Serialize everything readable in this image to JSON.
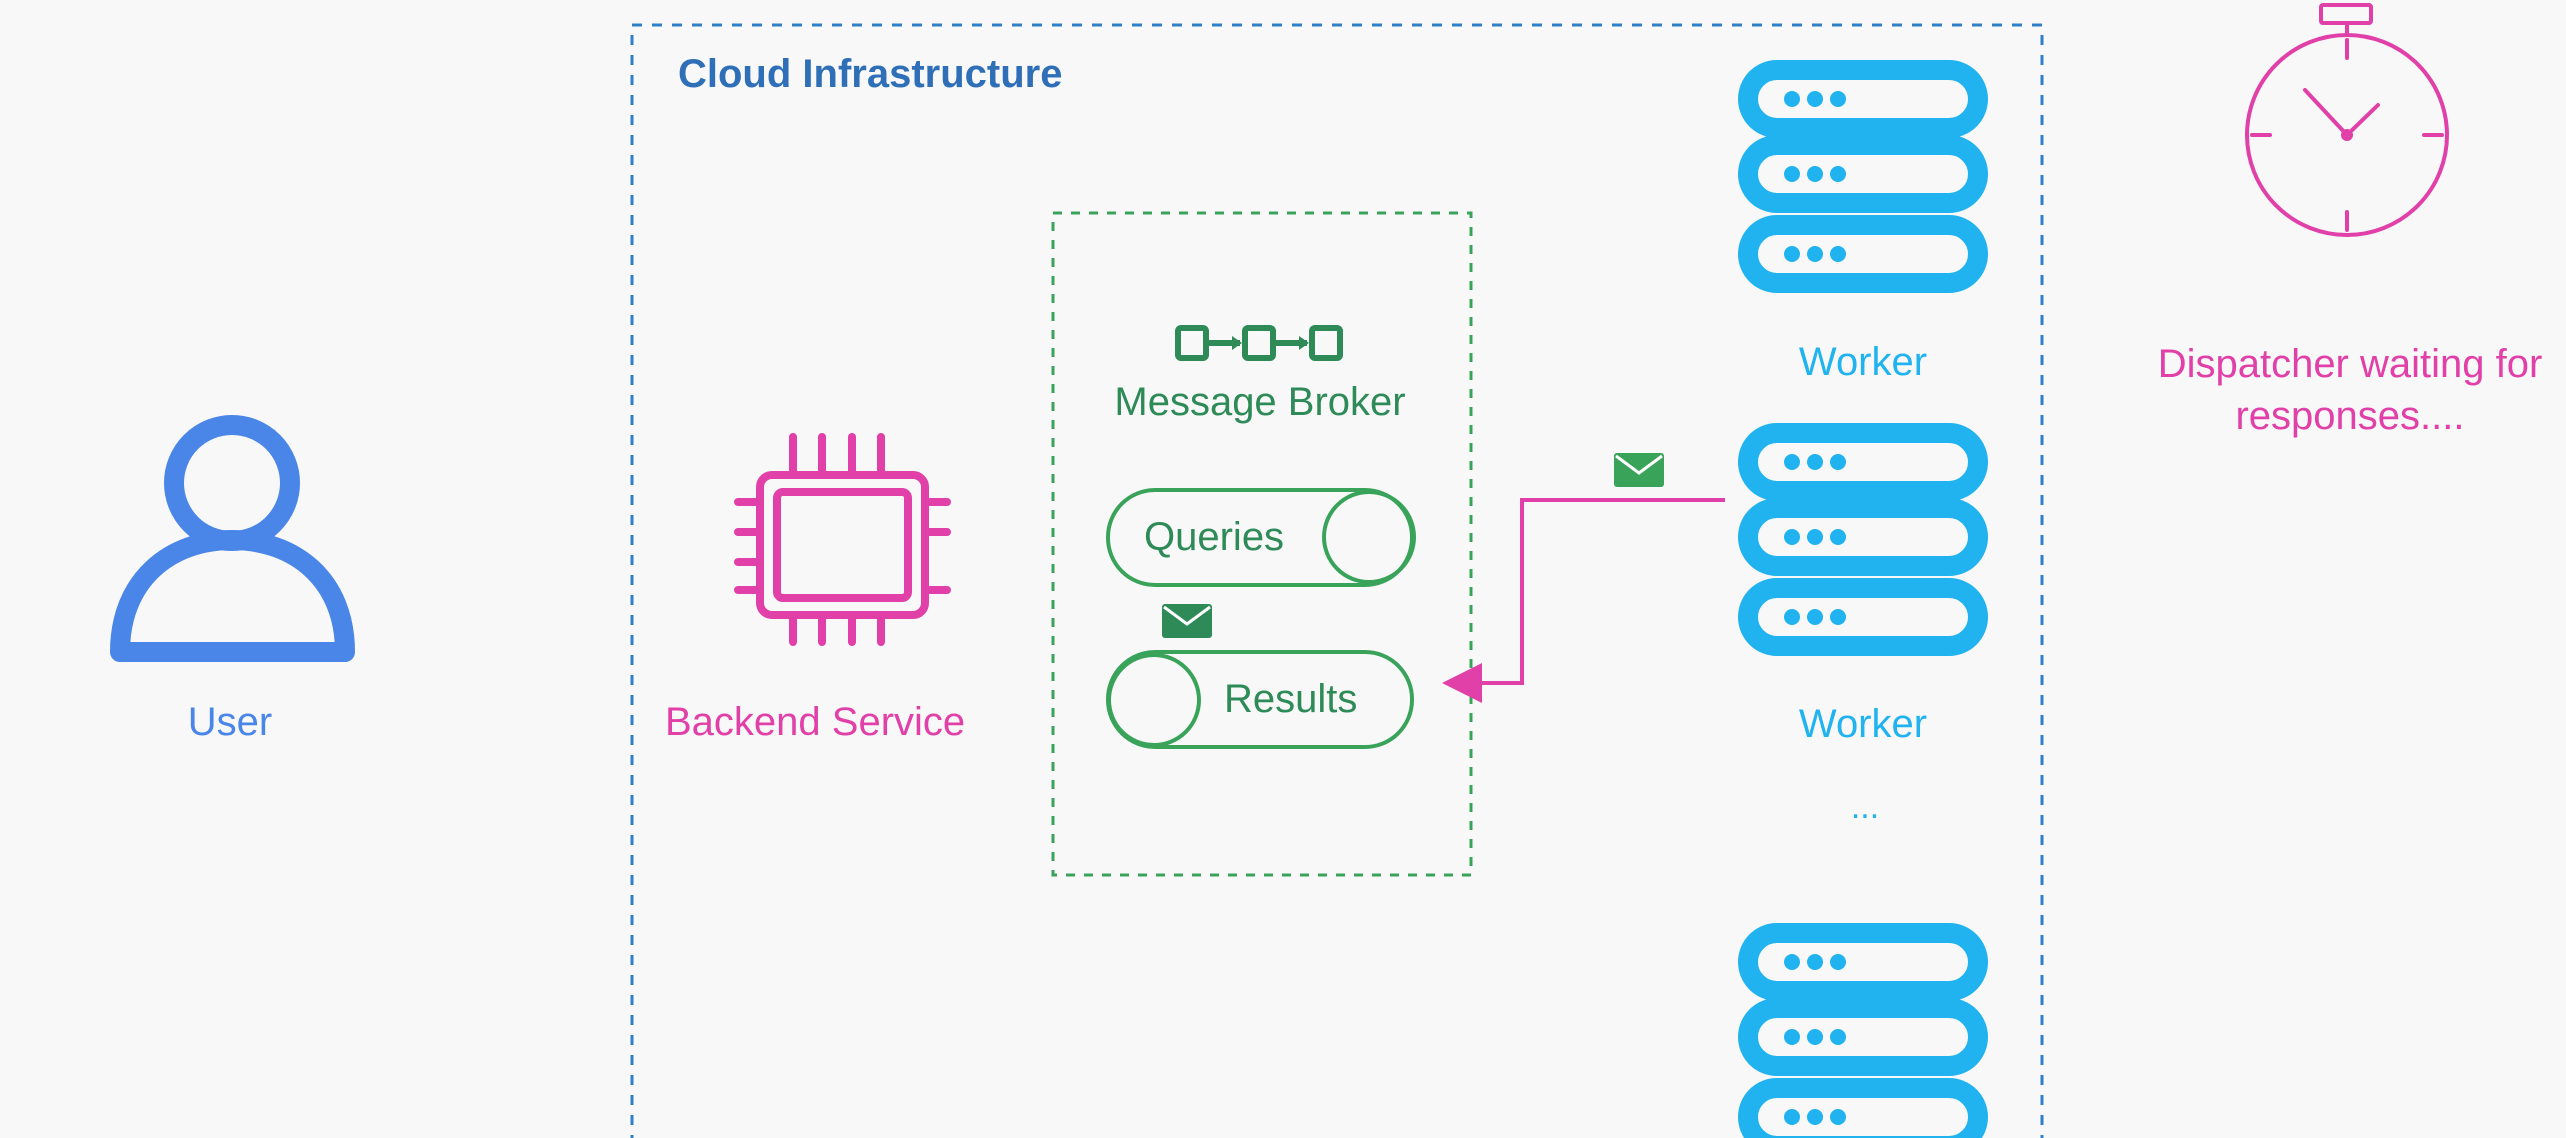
{
  "colors": {
    "background": "#f8f8f9",
    "cloud_border": "#2f7fc9",
    "cloud_title": "#2f6fb7",
    "user": "#4a86e8",
    "backend": "#e040a8",
    "broker": "#2e8b57",
    "worker": "#20b3f0",
    "timer": "#e040a8",
    "envelope": "#2e8b57"
  },
  "cloud": {
    "title": "Cloud Infrastructure"
  },
  "user": {
    "label": "User",
    "icon": "person-icon"
  },
  "backend": {
    "label": "Backend Service",
    "icon": "cpu-chip-icon"
  },
  "broker": {
    "label": "Message Broker",
    "icon": "linked-nodes-icon",
    "queues": [
      {
        "label": "Queries"
      },
      {
        "label": "Results"
      }
    ]
  },
  "workers": {
    "labels": [
      "Worker",
      "Worker"
    ],
    "ellipsis": "...",
    "icon": "server-stack-icon"
  },
  "dispatcher": {
    "label": "Dispatcher waiting for responses....",
    "icon": "stopwatch-icon"
  }
}
